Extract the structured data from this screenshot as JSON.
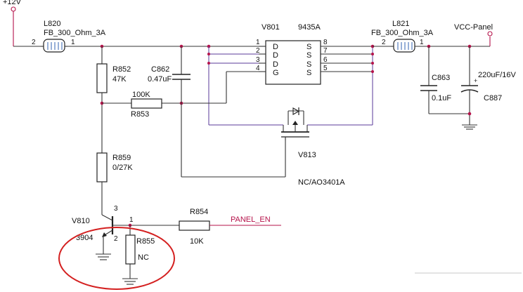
{
  "power": {
    "v12": "+12V",
    "vcc_panel": "VCC-Panel"
  },
  "l820": {
    "ref": "L820",
    "value": "FB_300_Ohm_3A",
    "pin_left": "2",
    "pin_right": "1"
  },
  "l821": {
    "ref": "L821",
    "value": "FB_300_Ohm_3A",
    "pin_left": "2",
    "pin_right": "1"
  },
  "u801": {
    "ref": "V801",
    "part": "9435A",
    "left_pins": [
      "1",
      "2",
      "3",
      "4"
    ],
    "left_names": [
      "D",
      "D",
      "D",
      "G"
    ],
    "right_names": [
      "S",
      "S",
      "S",
      "S"
    ],
    "right_pins": [
      "8",
      "7",
      "6",
      "5"
    ]
  },
  "r852": {
    "ref": "R852",
    "value": "47K"
  },
  "c862": {
    "ref": "C862",
    "value": "0.47uF"
  },
  "r853": {
    "ref": "R853",
    "value": "100K"
  },
  "r859": {
    "ref": "R859",
    "value": "0/27K"
  },
  "c863": {
    "ref": "C863",
    "value": "0.1uF"
  },
  "c887": {
    "ref": "C887",
    "value": "220uF/16V"
  },
  "v813": {
    "ref": "V813",
    "value": "NC/AO3401A"
  },
  "v810": {
    "ref": "V810",
    "part": "3904",
    "pin_c": "3",
    "pin_b": "1",
    "pin_e": "2"
  },
  "r854": {
    "ref": "R854",
    "value": "10K"
  },
  "r855": {
    "ref": "R855",
    "value": "NC"
  },
  "net": {
    "panel_en": "PANEL_EN"
  },
  "colors": {
    "wire": "#333333",
    "net_label": "#b5124a",
    "highlight": "#d42020",
    "background": "#ffffff"
  }
}
